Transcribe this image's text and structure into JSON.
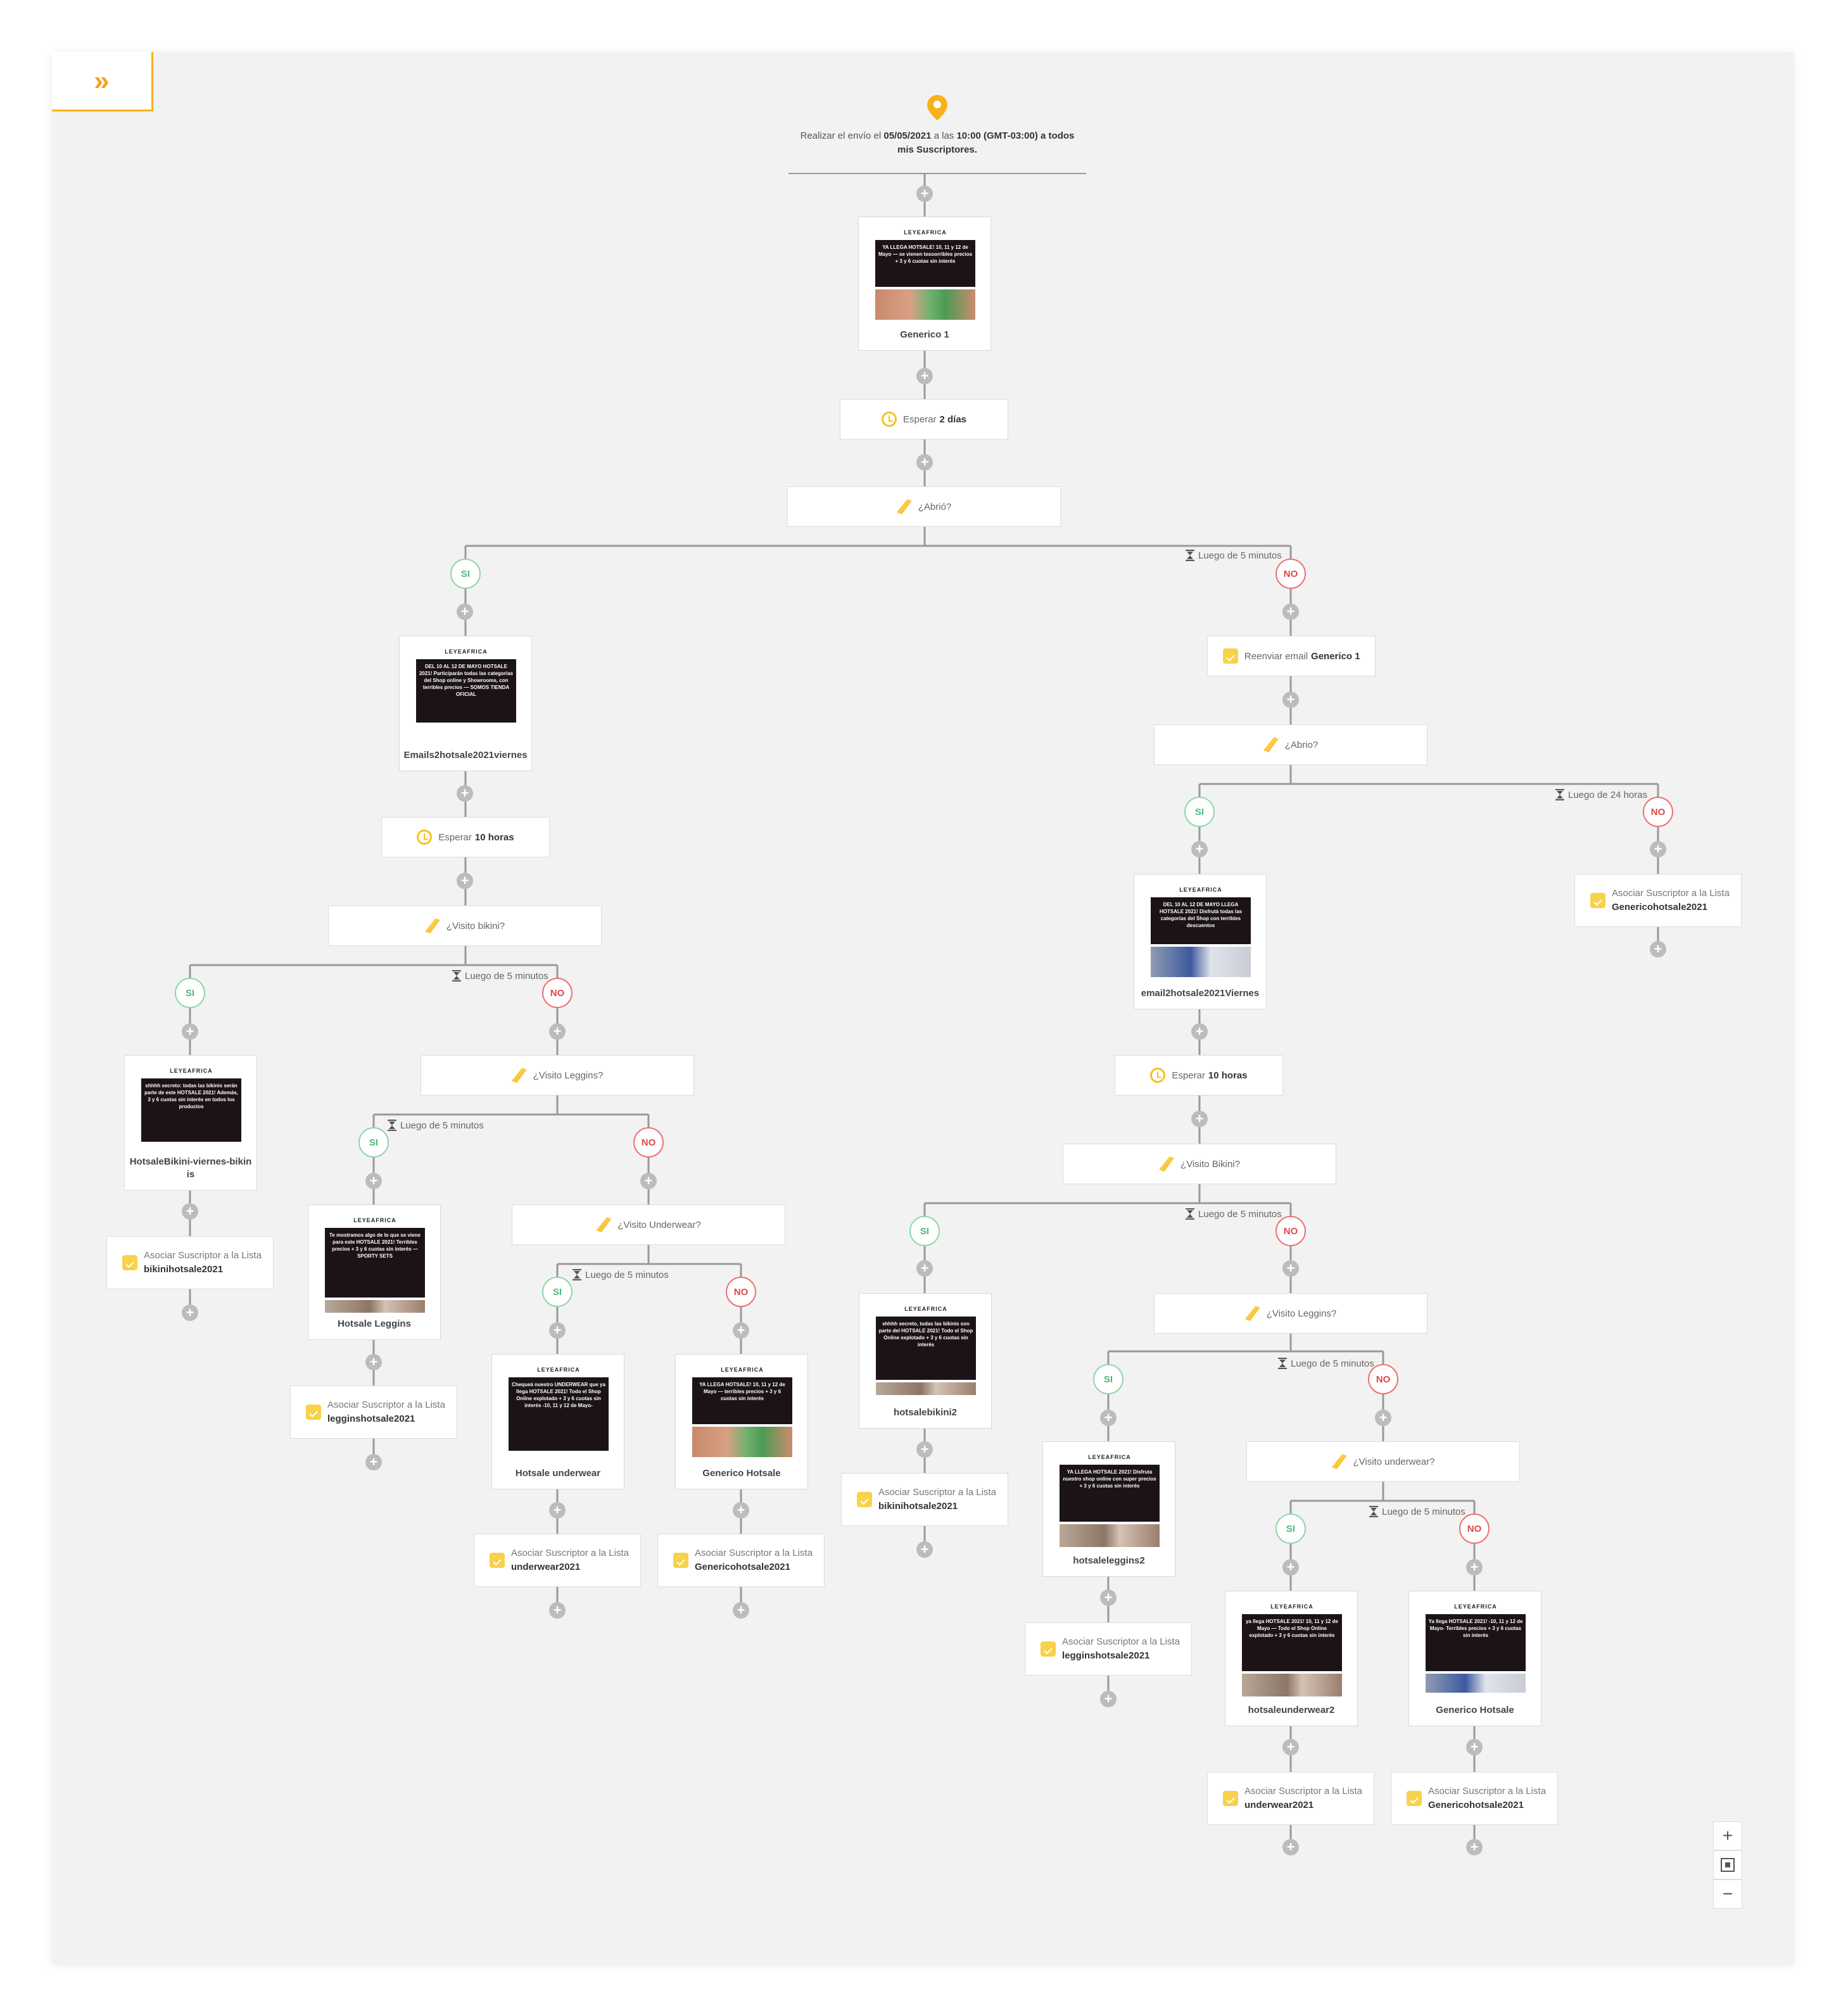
{
  "toolbar": {
    "expand_icon": "»"
  },
  "trigger": {
    "prefix": "Realizar el envío el",
    "date": "05/05/2021",
    "mid": "a las",
    "time": "10:00 (GMT-03:00)",
    "suffix": "a todos mis Suscriptores."
  },
  "common": {
    "plus": "+",
    "si": "SI",
    "no": "NO",
    "associate": "Asociar Suscriptor a la Lista",
    "wait": "Esperar"
  },
  "colors": {
    "accent": "#f7b21b",
    "yes": "#4cb87b",
    "no": "#e04848",
    "connector": "#999999"
  },
  "emails": {
    "e1": {
      "name": "Generico 1",
      "brand": "LEYEAFRICA",
      "banner": "YA LLEGA HOTSALE! 10, 11 y 12 de Mayo — se vienen tesoorribles precios + 3 y 6 cuotas sin interés"
    },
    "e2": {
      "name": "Emails2hotsale2021viernes",
      "brand": "LEYEAFRICA",
      "banner": "DEL 10 AL 12 DE MAYO HOTSALE 2021! Participarán todas las categorías del Shop online y Showrooms, con terribles precios — SOMOS TIENDA OFICIAL"
    },
    "e3": {
      "name": "email2hotsale2021Viernes",
      "brand": "LEYEAFRICA",
      "banner": "DEL 10 AL 12 DE MAYO LLEGA HOTSALE 2021! Disfrutá todas las categorías del Shop con terribles descuentos"
    },
    "e4": {
      "name": "HotsaleBikini-viernes-bikinis",
      "brand": "LEYEAFRICA",
      "banner": "shhhh secreto: todas las bikinis serán parte de este HOTSALE 2021! Además, 3 y 6 cuotas sin interés en todos los productos"
    },
    "e5": {
      "name": "Hotsale Leggins",
      "brand": "LEYEAFRICA",
      "banner": "Te mostramos algo de lo que se viene para este HOTSALE 2021! Terribles precios + 3 y 6 cuotas sin interés — SPORTY SETS"
    },
    "e6": {
      "name": "Hotsale underwear",
      "brand": "LEYEAFRICA",
      "banner": "Chequeá nuestro UNDERWEAR que ya llega HOTSALE 2021! Todo el Shop Online explotado + 3 y 6 cuotas sin interés -10, 11 y 12 de Mayo-"
    },
    "e7": {
      "name": "Generico Hotsale",
      "brand": "LEYEAFRICA",
      "banner": "YA LLEGA HOTSALE! 10, 11 y 12 de Mayo — terribles precios + 3 y 6 cuotas sin interés"
    },
    "e8": {
      "name": "hotsalebikini2",
      "brand": "LEYEAFRICA",
      "banner": "shhhh secreto, todas las bikinis son parte del HOTSALE 2021! Todo el Shop Online explotado + 3 y 6 cuotas sin interés"
    },
    "e9": {
      "name": "hotsaleleggins2",
      "brand": "LEYEAFRICA",
      "banner": "YA LLEGA HOTSALE 2021! Disfruta nuestro shop online con super precios + 3 y 6 cuotas sin interés"
    },
    "e10": {
      "name": "hotsaleunderwear2",
      "brand": "LEYEAFRICA",
      "banner": "ya llega HOTSALE 2021! 10, 11 y 12 de Mayo — Todo el Shop Online explotado + 3 y 6 cuotas sin interés"
    },
    "e11": {
      "name": "Generico Hotsale",
      "brand": "LEYEAFRICA",
      "banner": "Ya llega HOTSALE 2021! -10, 11 y 12 de Mayo- Terribles precios + 3 y 6 cuotas sin interés"
    }
  },
  "waits": {
    "w1": "2 días",
    "w2": "10 horas",
    "w3": "10 horas"
  },
  "conditions": {
    "c1": "¿Abrió?",
    "c2": "¿Abrio?",
    "c3": "¿Visito bikini?",
    "c4": "¿Visito Leggins?",
    "c5": "¿Visito Underwear?",
    "c6": "¿Visito Bikini?",
    "c7": "¿Visito Leggins?",
    "c8": "¿Visito underwear?"
  },
  "delays": {
    "d1": "Luego de 5 minutos",
    "d2": "Luego de 24 horas",
    "d3": "Luego de 5 minutos",
    "d4": "Luego de 5 minutos",
    "d5": "Luego de 5 minutos",
    "d6": "Luego de 5 minutos",
    "d7": "Luego de 5 minutos",
    "d8": "Luego de 5 minutos"
  },
  "resend": {
    "label": "Reenviar email",
    "email": "Generico 1"
  },
  "lists": {
    "l1": "Genericohotsale2021",
    "l2": "bikinihotsale2021",
    "l3": "legginshotsale2021",
    "l4": "underwear2021",
    "l5": "Genericohotsale2021",
    "l6": "bikinihotsale2021",
    "l7": "legginshotsale2021",
    "l8": "underwear2021",
    "l9": "Genericohotsale2021"
  },
  "zoom_controls": {
    "in": "+",
    "out": "−"
  }
}
